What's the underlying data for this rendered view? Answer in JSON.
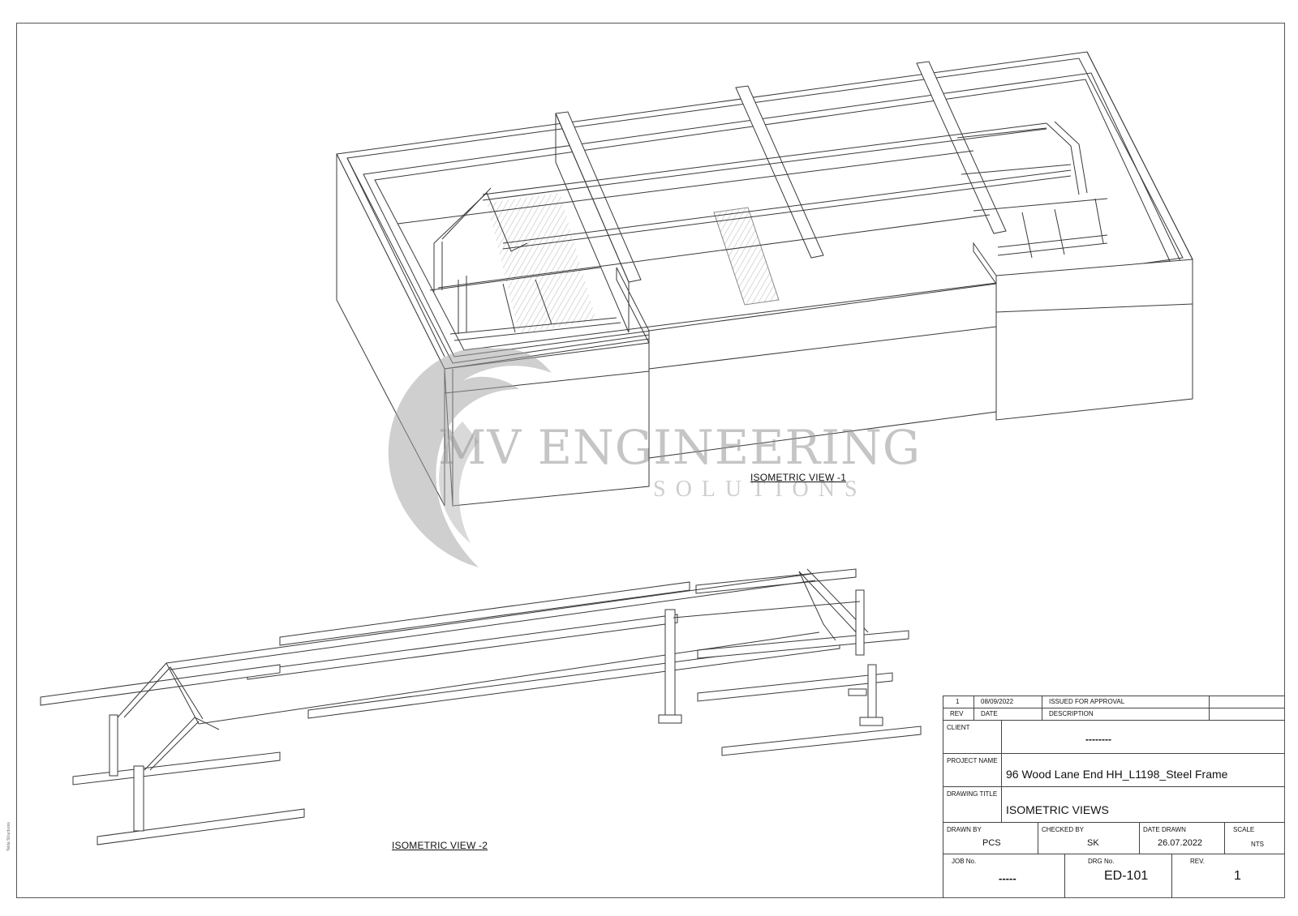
{
  "views": {
    "view1_label": "ISOMETRIC VIEW -1",
    "view2_label": "ISOMETRIC VIEW -2"
  },
  "watermark": {
    "main": "MV ENGINEERING",
    "sub": "SOLUTIONS"
  },
  "side_note": "Tekla Structures",
  "revisions": {
    "rows": [
      {
        "rev": "1",
        "date": "08/09/2022",
        "description": "ISSUED FOR APPROVAL"
      }
    ],
    "header": {
      "rev": "REV",
      "date": "DATE",
      "description": "DESCRIPTION"
    }
  },
  "title_block": {
    "client_label": "CLIENT",
    "client_value": "--------",
    "project_label": "PROJECT NAME",
    "project_value": "96 Wood Lane End HH_L1198_Steel Frame",
    "drawing_title_label": "DRAWING TITLE",
    "drawing_title_value": "ISOMETRIC VIEWS",
    "drawn_by_label": "DRAWN BY",
    "drawn_by_value": "PCS",
    "checked_by_label": "CHECKED BY",
    "checked_by_value": "SK",
    "date_drawn_label": "DATE DRAWN",
    "date_drawn_value": "26.07.2022",
    "scale_label": "SCALE",
    "scale_value": "NTS",
    "job_no_label": "JOB No.",
    "job_no_value": "-----",
    "drg_no_label": "DRG No.",
    "drg_no_value": "ED-101",
    "rev_label": "REV.",
    "rev_value": "1"
  },
  "colors": {
    "line": "#3a3a3a",
    "hatch": "#9a9a9a",
    "watermark": "#9a9a9a"
  }
}
